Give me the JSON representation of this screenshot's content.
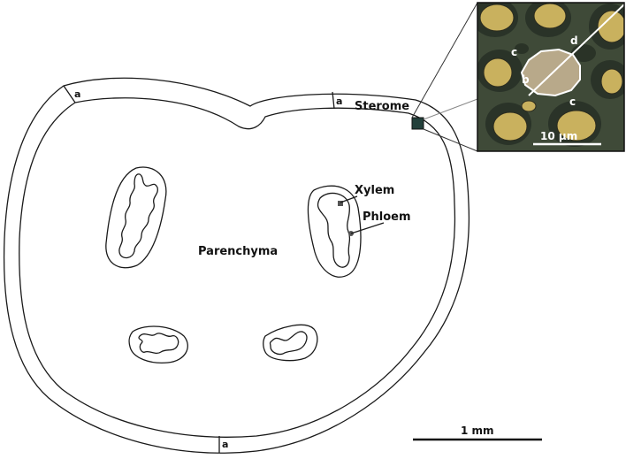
{
  "labels": {
    "sterome": "Sterome",
    "xylem": "Xylem",
    "phloem": "Phloem",
    "parenchyma": "Parenchyma",
    "a_top_left": "a",
    "a_top_right": "a",
    "a_bottom": "a"
  },
  "scale_bars": {
    "main": "1 mm",
    "inset": "10 µm"
  },
  "inset_labels": {
    "b": "b",
    "c_upper": "c",
    "c_lower": "c",
    "d": "d"
  },
  "colors": {
    "outline": "#1a1a1a",
    "inset_background": "#3f4a38",
    "cell_fill": "#c9b15e",
    "highlight_cell": "#b8a98a",
    "marker": "#555555"
  }
}
